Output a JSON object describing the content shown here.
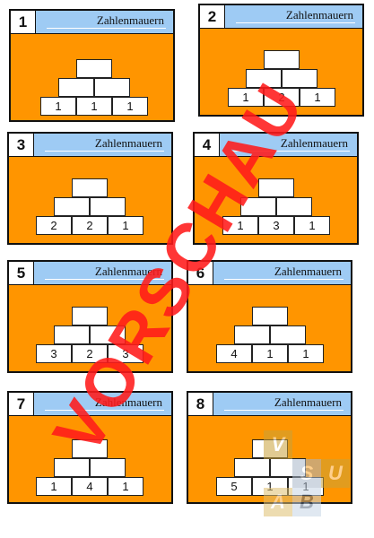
{
  "cards": [
    {
      "number": "1",
      "title": "Zahlenmauern",
      "base": [
        "1",
        "1",
        "1"
      ]
    },
    {
      "number": "2",
      "title": "Zahlenmauern",
      "base": [
        "1",
        "2",
        "1"
      ]
    },
    {
      "number": "3",
      "title": "Zahlenmauern",
      "base": [
        "2",
        "2",
        "1"
      ]
    },
    {
      "number": "4",
      "title": "Zahlenmauern",
      "base": [
        "1",
        "3",
        "1"
      ]
    },
    {
      "number": "5",
      "title": "Zahlenmauern",
      "base": [
        "3",
        "2",
        "3"
      ]
    },
    {
      "number": "6",
      "title": "Zahlenmauern",
      "base": [
        "4",
        "1",
        "1"
      ]
    },
    {
      "number": "7",
      "title": "Zahlenmauern",
      "base": [
        "1",
        "4",
        "1"
      ]
    },
    {
      "number": "8",
      "title": "Zahlenmauern",
      "base": [
        "5",
        "1",
        "1"
      ]
    }
  ],
  "watermark": {
    "text": "VORSCHAU",
    "color": "#ff1a1a"
  },
  "logo": {
    "letters": [
      "V",
      "S",
      "A",
      "U",
      "B"
    ],
    "colors": [
      "#c9a23a",
      "#a8b7c9",
      "#e0c070",
      "#c8d7e6"
    ]
  }
}
